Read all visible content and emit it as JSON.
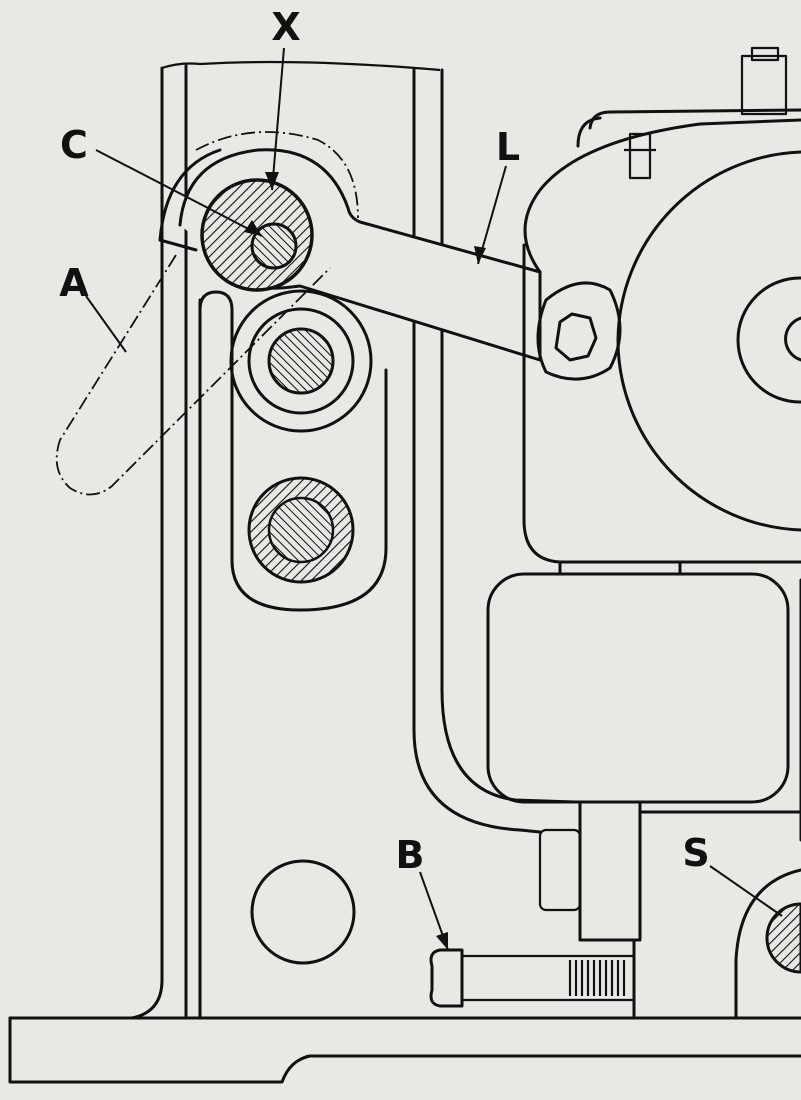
{
  "labels": {
    "x": "X",
    "c": "C",
    "l": "L",
    "a": "A",
    "b": "B",
    "s": "S"
  },
  "colors": {
    "paper": "#e9e8e4",
    "ink": "#111111"
  }
}
